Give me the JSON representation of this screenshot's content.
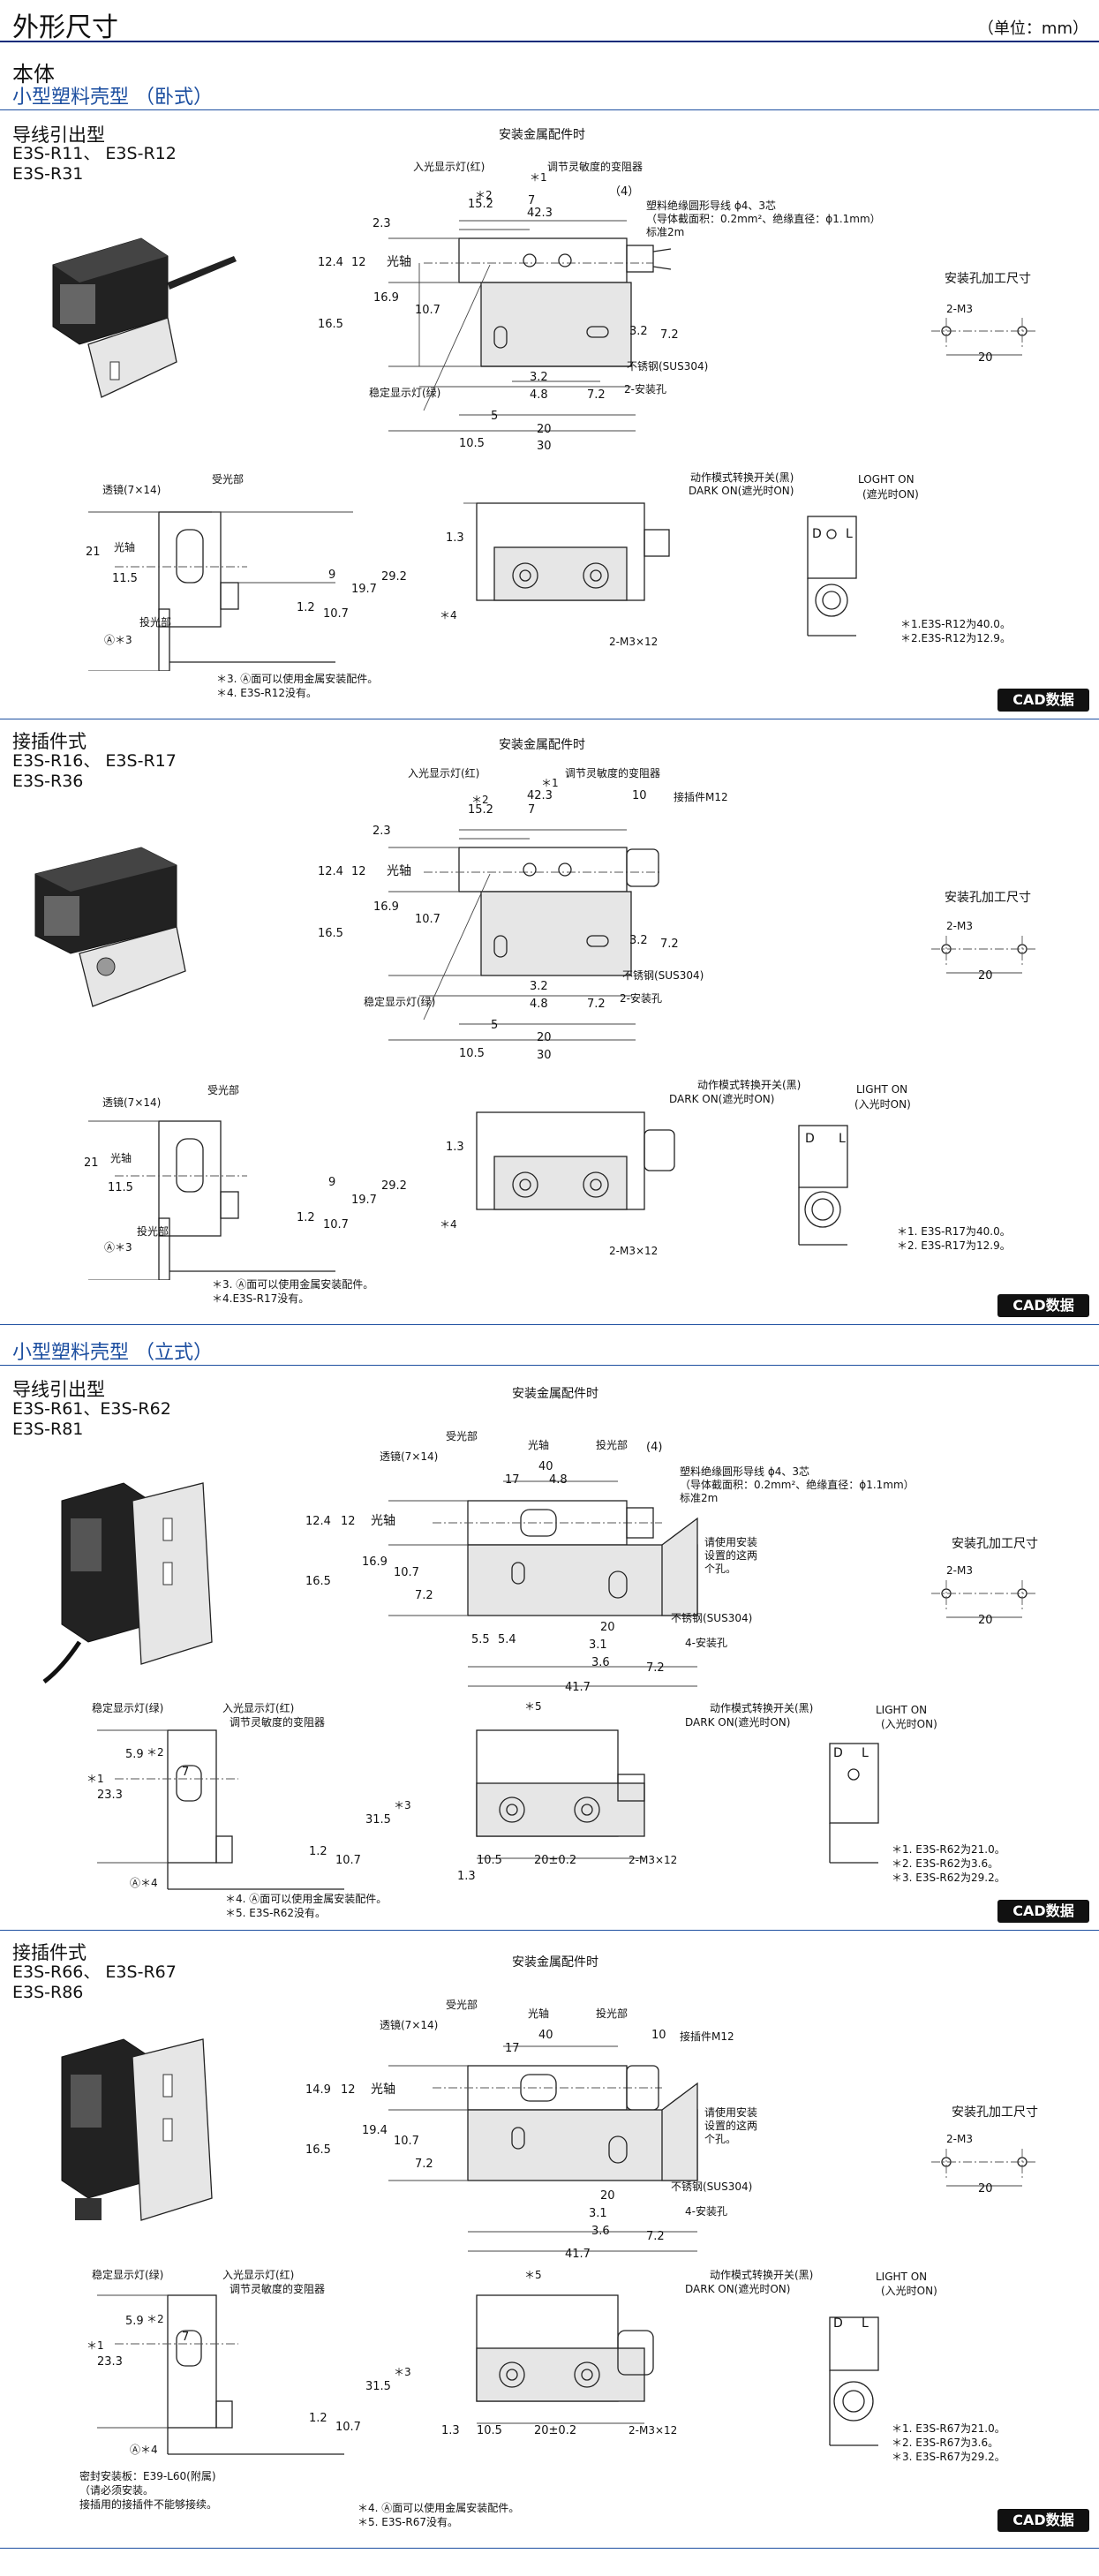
{
  "header": {
    "title": "外形尺寸",
    "unit": "（单位：mm）"
  },
  "body": {
    "title": "本体"
  },
  "sec1": {
    "title": "小型塑料壳型 （卧式）"
  },
  "sec2": {
    "title": "小型塑料壳型 （立式）"
  },
  "s11": {
    "type": "导线引出型",
    "models": [
      "E3S-R11、 E3S-R12",
      "E3S-R31"
    ],
    "mount": "安装金属配件时",
    "hole_title": "安装孔加工尺寸",
    "l_recv_ind": "入光显示灯(红)",
    "l_adj": "调节灵敏度的变阻器",
    "l_star1": "＊1",
    "l_star2": "＊2",
    "l_cable1": "塑料绝缘圆形导线 ϕ4、3芯",
    "l_cable2": "（导体截面积：0.2mm²、绝缘直径：ϕ1.1mm）",
    "l_cable3": "标准2m",
    "l_axis": "光轴",
    "l_stable": "稳定显示灯(绿)",
    "l_sus": "不锈钢(SUS304)",
    "l_holes": "2-安装孔",
    "l_lens": "透镜(7×14)",
    "l_recv": "受光部",
    "l_emit": "投光部",
    "l_a3": "Ⓐ＊3",
    "l_m3": "2-M3",
    "l_m3x12": "2-M3×12",
    "l_star4": "＊4",
    "l_mode": "动作模式转换开关(黑)",
    "l_dark": "DARK ON(遮光时ON)",
    "l_light": "LOGHT ON",
    "l_light2": "(遮光时ON)",
    "l_d": "D",
    "l_l": "L",
    "note1": "＊1.E3S-R12为40.0。",
    "note2": "＊2.E3S-R12为12.9。",
    "note3": "＊3. Ⓐ面可以使用金属安装配件。",
    "note4": "＊4. E3S-R12没有。",
    "cad": "CAD数据",
    "d": {
      "d42_3": "42.3",
      "d15_2": "15.2",
      "d7": "7",
      "d4": "（4）",
      "d2_3": "2.3",
      "d12_4": "12.4",
      "d12": "12",
      "d16_9": "16.9",
      "d10_7": "10.7",
      "d16_5": "16.5",
      "d3_2": "3.2",
      "d4_8": "4.8",
      "d7_2": "7.2",
      "d5": "5",
      "d20": "20",
      "d10_5": "10.5",
      "d30": "30",
      "d21": "21",
      "d11_5": "11.5",
      "d9": "9",
      "d19_7": "19.7",
      "d29_2": "29.2",
      "d1_2": "1.2",
      "d1_3": "1.3"
    }
  },
  "s12": {
    "type": "接插件式",
    "models": [
      "E3S-R16、 E3S-R17",
      "E3S-R36"
    ],
    "mount": "安装金属配件时",
    "hole_title": "安装孔加工尺寸",
    "l_conn": "接插件M12",
    "l_recv_ind": "入光显示灯(红)",
    "l_adj": "调节灵敏度的变阻器",
    "l_star1": "＊1",
    "l_star2": "＊2",
    "l_axis": "光轴",
    "l_stable": "稳定显示灯(绿)",
    "l_sus": "不锈钢(SUS304)",
    "l_holes": "2-安装孔",
    "l_lens": "透镜(7×14)",
    "l_recv": "受光部",
    "l_emit": "投光部",
    "l_a3": "Ⓐ＊3",
    "l_m3": "2-M3",
    "l_m3x12": "2-M3×12",
    "l_star4": "＊4",
    "l_mode": "动作模式转换开关(黑)",
    "l_dark": "DARK ON(遮光时ON)",
    "l_light": "LIGHT ON",
    "l_light2": "(入光时ON)",
    "l_d": "D",
    "l_l": "L",
    "note1": "＊1. E3S-R17为40.0。",
    "note2": "＊2. E3S-R17为12.9。",
    "note3": "＊3. Ⓐ面可以使用金属安装配件。",
    "note4": "＊4.E3S-R17没有。",
    "cad": "CAD数据",
    "d": {
      "d42_3": "42.3",
      "d15_2": "15.2",
      "d7": "7",
      "d10": "10",
      "d2_3": "2.3",
      "d12_4": "12.4",
      "d12": "12",
      "d16_9": "16.9",
      "d10_7": "10.7",
      "d16_5": "16.5",
      "d3_2": "3.2",
      "d4_8": "4.8",
      "d7_2": "7.2",
      "d5": "5",
      "d20": "20",
      "d10_5": "10.5",
      "d30": "30",
      "d21": "21",
      "d11_5": "11.5",
      "d9": "9",
      "d19_7": "19.7",
      "d29_2": "29.2",
      "d1_2": "1.2",
      "d1_3": "1.3"
    }
  },
  "s21": {
    "type": "导线引出型",
    "models": [
      "E3S-R61、E3S-R62",
      "E3S-R81"
    ],
    "mount": "安装金属配件时",
    "hole_title": "安装孔加工尺寸",
    "l_recv": "受光部",
    "l_axis": "光轴",
    "l_emit": "投光部",
    "l_lens": "透镜(7×14)",
    "l_cable1": "塑料绝缘圆形导线 ϕ4、3芯",
    "l_cable2": "（导体截面积：0.2mm²、绝缘直径：ϕ1.1mm）",
    "l_cable3": "标准2m",
    "l_use1": "请使用安装",
    "l_use2": "设置的这两",
    "l_use3": "个孔。",
    "l_sus": "不锈钢(SUS304)",
    "l_holes": "4-安装孔",
    "l_stable": "稳定显示灯(绿)",
    "l_recv_ind": "入光显示灯(红)",
    "l_adj": "调节灵敏度的变阻器",
    "l_star1": "＊1",
    "l_star2": "＊2",
    "l_star3": "＊3",
    "l_star4": "Ⓐ＊4",
    "l_star5": "＊5",
    "l_m3": "2-M3",
    "l_m3x12": "2-M3×12",
    "l_mode": "动作模式转换开关(黑)",
    "l_dark": "DARK ON(遮光时ON)",
    "l_light": "LIGHT ON",
    "l_light2": "(入光时ON)",
    "l_d": "D",
    "l_l": "L",
    "note1": "＊1. E3S-R62为21.0。",
    "note2": "＊2. E3S-R62为3.6。",
    "note3": "＊3. E3S-R62为29.2。",
    "note4": "＊4. Ⓐ面可以使用金属安装配件。",
    "note5": "＊5. E3S-R62没有。",
    "cad": "CAD数据",
    "d": {
      "d40": "40",
      "d17": "17",
      "d4_8": "4.8",
      "d4": "(4)",
      "d12_4": "12.4",
      "d12": "12",
      "d16_9": "16.9",
      "d10_7": "10.7",
      "d16_5": "16.5",
      "d7_2": "7.2",
      "d5_5": "5.5",
      "d5_4": "5.4",
      "d20": "20",
      "d3_1": "3.1",
      "d3_6": "3.6",
      "d41_7": "41.7",
      "d5_9": "5.9",
      "d7": "7",
      "d23_3": "23.3",
      "d31_5": "31.5",
      "d1_2": "1.2",
      "d10_5": "10.5",
      "d20b": "20±0.2",
      "d1_3": "1.3"
    }
  },
  "s22": {
    "type": "接插件式",
    "models": [
      "E3S-R66、 E3S-R67",
      "E3S-R86"
    ],
    "mount": "安装金属配件时",
    "hole_title": "安装孔加工尺寸",
    "l_conn": "接插件M12",
    "l_recv": "受光部",
    "l_axis": "光轴",
    "l_emit": "投光部",
    "l_lens": "透镜(7×14)",
    "l_use1": "请使用安装",
    "l_use2": "设置的这两",
    "l_use3": "个孔。",
    "l_sus": "不锈钢(SUS304)",
    "l_holes": "4-安装孔",
    "l_stable": "稳定显示灯(绿)",
    "l_recv_ind": "入光显示灯(红)",
    "l_adj": "调节灵敏度的变阻器",
    "l_star1": "＊1",
    "l_star2": "＊2",
    "l_star3": "＊3",
    "l_star4": "Ⓐ＊4",
    "l_star5": "＊5",
    "l_m3": "2-M3",
    "l_m3x12": "2-M3×12",
    "l_mode": "动作模式转换开关(黑)",
    "l_dark": "DARK ON(遮光时ON)",
    "l_light": "LIGHT ON",
    "l_light2": "(入光时ON)",
    "l_d": "D",
    "l_l": "L",
    "l_seal1": "密封安装板：E39-L60(附属)",
    "l_seal2": "（请必须安装。",
    "l_seal3": "接插用的接插件不能够接续。",
    "note1": "＊1. E3S-R67为21.0。",
    "note2": "＊2. E3S-R67为3.6。",
    "note3": "＊3. E3S-R67为29.2。",
    "note4": "＊4. Ⓐ面可以使用金属安装配件。",
    "note5": "＊5. E3S-R67没有。",
    "cad": "CAD数据",
    "d": {
      "d40": "40",
      "d17": "17",
      "d10": "10",
      "d14_9": "14.9",
      "d12": "12",
      "d19_4": "19.4",
      "d10_7": "10.7",
      "d16_5": "16.5",
      "d7_2": "7.2",
      "d20": "20",
      "d3_1": "3.1",
      "d3_6": "3.6",
      "d41_7": "41.7",
      "d5_9": "5.9",
      "d7": "7",
      "d23_3": "23.3",
      "d31_5": "31.5",
      "d1_2": "1.2",
      "d10_5": "10.5",
      "d20b": "20±0.2",
      "d1_3": "1.3"
    }
  }
}
